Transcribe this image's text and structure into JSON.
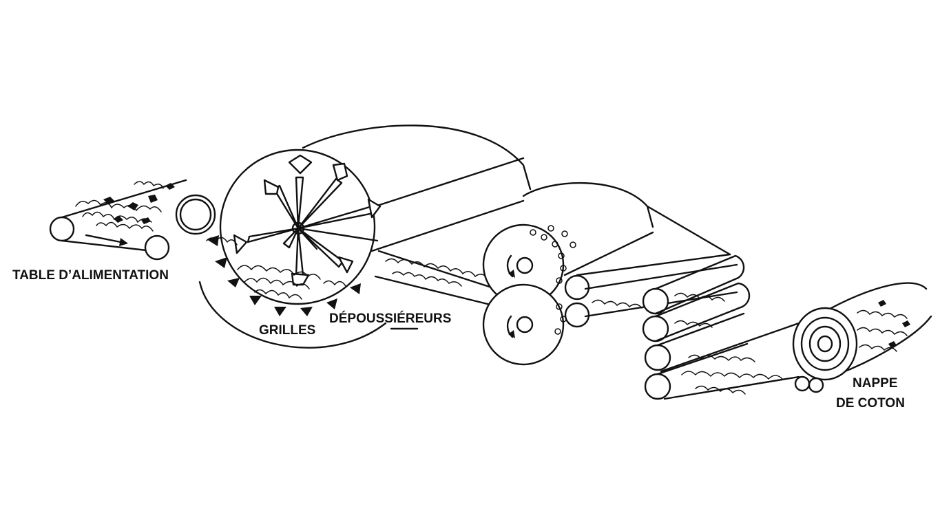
{
  "labels": {
    "feed_table": "TABLE D’ALIMENTATION",
    "grilles": "GRILLES",
    "dedusters": "DÉPOUSSIÉREURS",
    "lap_line1": "NAPPE",
    "lap_line2": "DE COTON"
  },
  "colors": {
    "ink": "#111111",
    "paper": "#ffffff"
  }
}
